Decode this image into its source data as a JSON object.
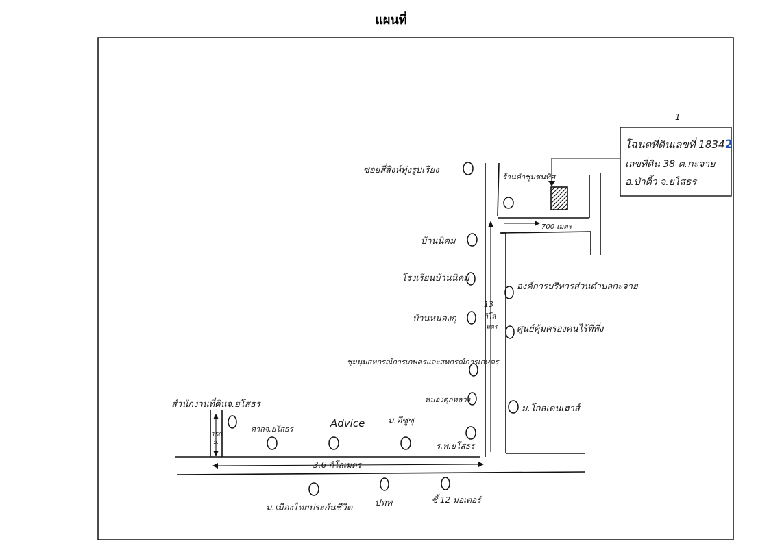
{
  "title": "แผนที่",
  "note": {
    "index": "1",
    "line1": "โฉนดที่ดินเลขที่ 1834",
    "line1_tail": "2",
    "line2": "เลขที่ดิน 38 ต.กะจาย",
    "line3": "อ.ป่าติ้ว จ.ยโสธร"
  },
  "labels": {
    "top_left_place": "ซอยสี่สิงห์ทุ่งรูบเรียง",
    "shop_top": "ร้านค้าชุมชนทิศ",
    "dist_700": "700 เมตร",
    "place_bannikom": "บ้านนิคม",
    "school": "โรงเรียนบ้านนิคม",
    "bannongku": "บ้านหนองกุ",
    "coop": "ชุมนุมสหกรณ์การเกษตรและสหกรณ์การเกษตร",
    "nongdukhueng": "หนองดุกหลวง",
    "pho_yasothon": "ร.พ.ยโสธร",
    "km13_a": "13",
    "km13_b": "กิโล",
    "km13_c": "เมตร",
    "tambon_office": "องค์การบริหารส่วนตำบลกะจาย",
    "center": "ศูนย์คุ้มครองคนไร้ที่พึ่ง",
    "moo_village": "ม.โกลเดนเฮาส์",
    "land_office": "สำนักงานที่ดินจ.ยโสธร",
    "dist_150a": "150",
    "dist_150b": "ม.",
    "court": "ศาลจ.ยโสธร",
    "advice": "Advice",
    "moo_univ": "ม.อีซูซุ",
    "dist_3km": "3.6 กิโลเมตร",
    "insurance": "ม.เมืองไทยประกันชีวิต",
    "ptt": "ปตท",
    "seven": "ซี้ 12 มอเตอร์"
  }
}
